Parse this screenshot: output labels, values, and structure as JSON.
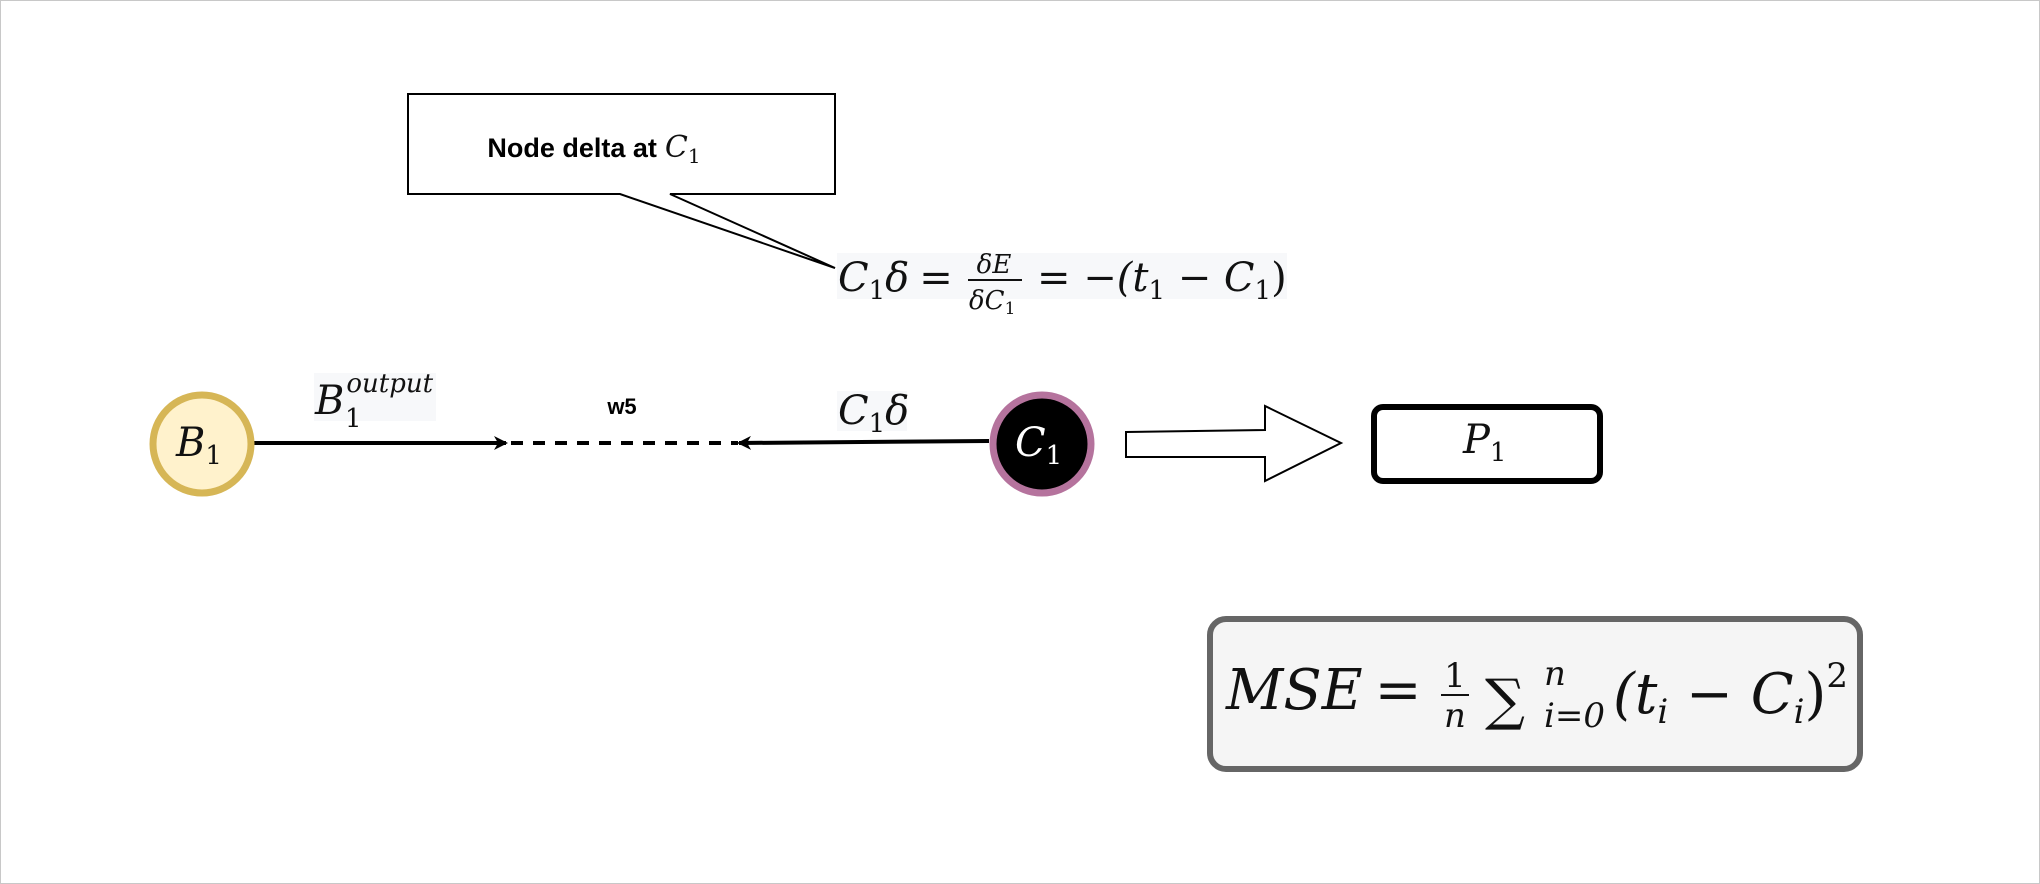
{
  "callout": {
    "label": "Node delta at",
    "symbol": "C",
    "subscript": "1"
  },
  "delta_formula": {
    "lhs_symbol": "C",
    "lhs_sub": "1",
    "lhs_delta": "δ",
    "equals": "=",
    "frac_num": "δE",
    "frac_den_delta": "δ",
    "frac_den_symbol": "C",
    "frac_den_sub": "1",
    "rhs": "= −(t",
    "rhs_sub_t": "1",
    "rhs_minus": " − C",
    "rhs_sub_c": "1",
    "rhs_close": ")"
  },
  "nodes": {
    "b1": {
      "symbol": "B",
      "sub": "1",
      "fill": "#fff2cc",
      "stroke": "#d6b656"
    },
    "c1": {
      "symbol": "C",
      "sub": "1",
      "fill": "#000000",
      "stroke": "#b5739d"
    },
    "p1": {
      "symbol": "P",
      "sub": "1"
    }
  },
  "edges": {
    "b1_output": {
      "symbol": "B",
      "sup": "output",
      "sub": "1"
    },
    "weight": {
      "label": "w5"
    },
    "c1_delta": {
      "symbol": "C",
      "sub": "1",
      "delta": "δ"
    }
  },
  "mse_formula": {
    "lhs": "MSE",
    "equals": "=",
    "frac_num": "1",
    "frac_den": "n",
    "sum": "∑",
    "sum_sup": "n",
    "sum_sub": "i=0",
    "paren_open": "(t",
    "t_sub": "i",
    "minus": " − C",
    "c_sub": "i",
    "paren_close": ")",
    "power": "2",
    "box_fill": "#f5f5f5",
    "box_stroke": "#666666"
  }
}
